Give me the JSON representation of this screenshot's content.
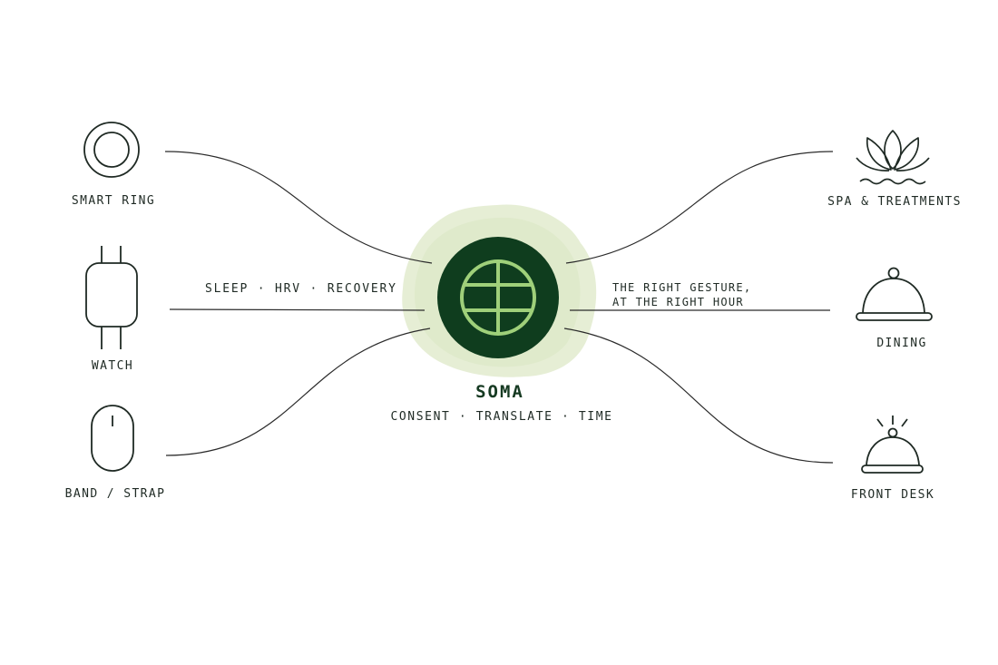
{
  "hub": {
    "name": "SOMA",
    "tagline": "CONSENT · TRANSLATE · TIME"
  },
  "inputs": {
    "signals_label": "SLEEP · HRV · RECOVERY",
    "devices": [
      {
        "label": "SMART RING",
        "icon": "ring-icon"
      },
      {
        "label": "WATCH",
        "icon": "watch-icon"
      },
      {
        "label": "BAND / STRAP",
        "icon": "band-icon"
      }
    ]
  },
  "outputs": {
    "gesture_label": [
      "THE RIGHT GESTURE,",
      "AT THE RIGHT HOUR"
    ],
    "services": [
      {
        "label": "SPA & TREATMENTS",
        "icon": "lotus-icon"
      },
      {
        "label": "DINING",
        "icon": "cloche-icon"
      },
      {
        "label": "FRONT DESK",
        "icon": "service-bell-icon"
      }
    ]
  },
  "colors": {
    "hub_dark": "#0f3d1e",
    "hub_accent": "#9fd07a",
    "halo": "#e3ecd0",
    "line": "#2b2b2b",
    "text": "#1f2a24"
  }
}
